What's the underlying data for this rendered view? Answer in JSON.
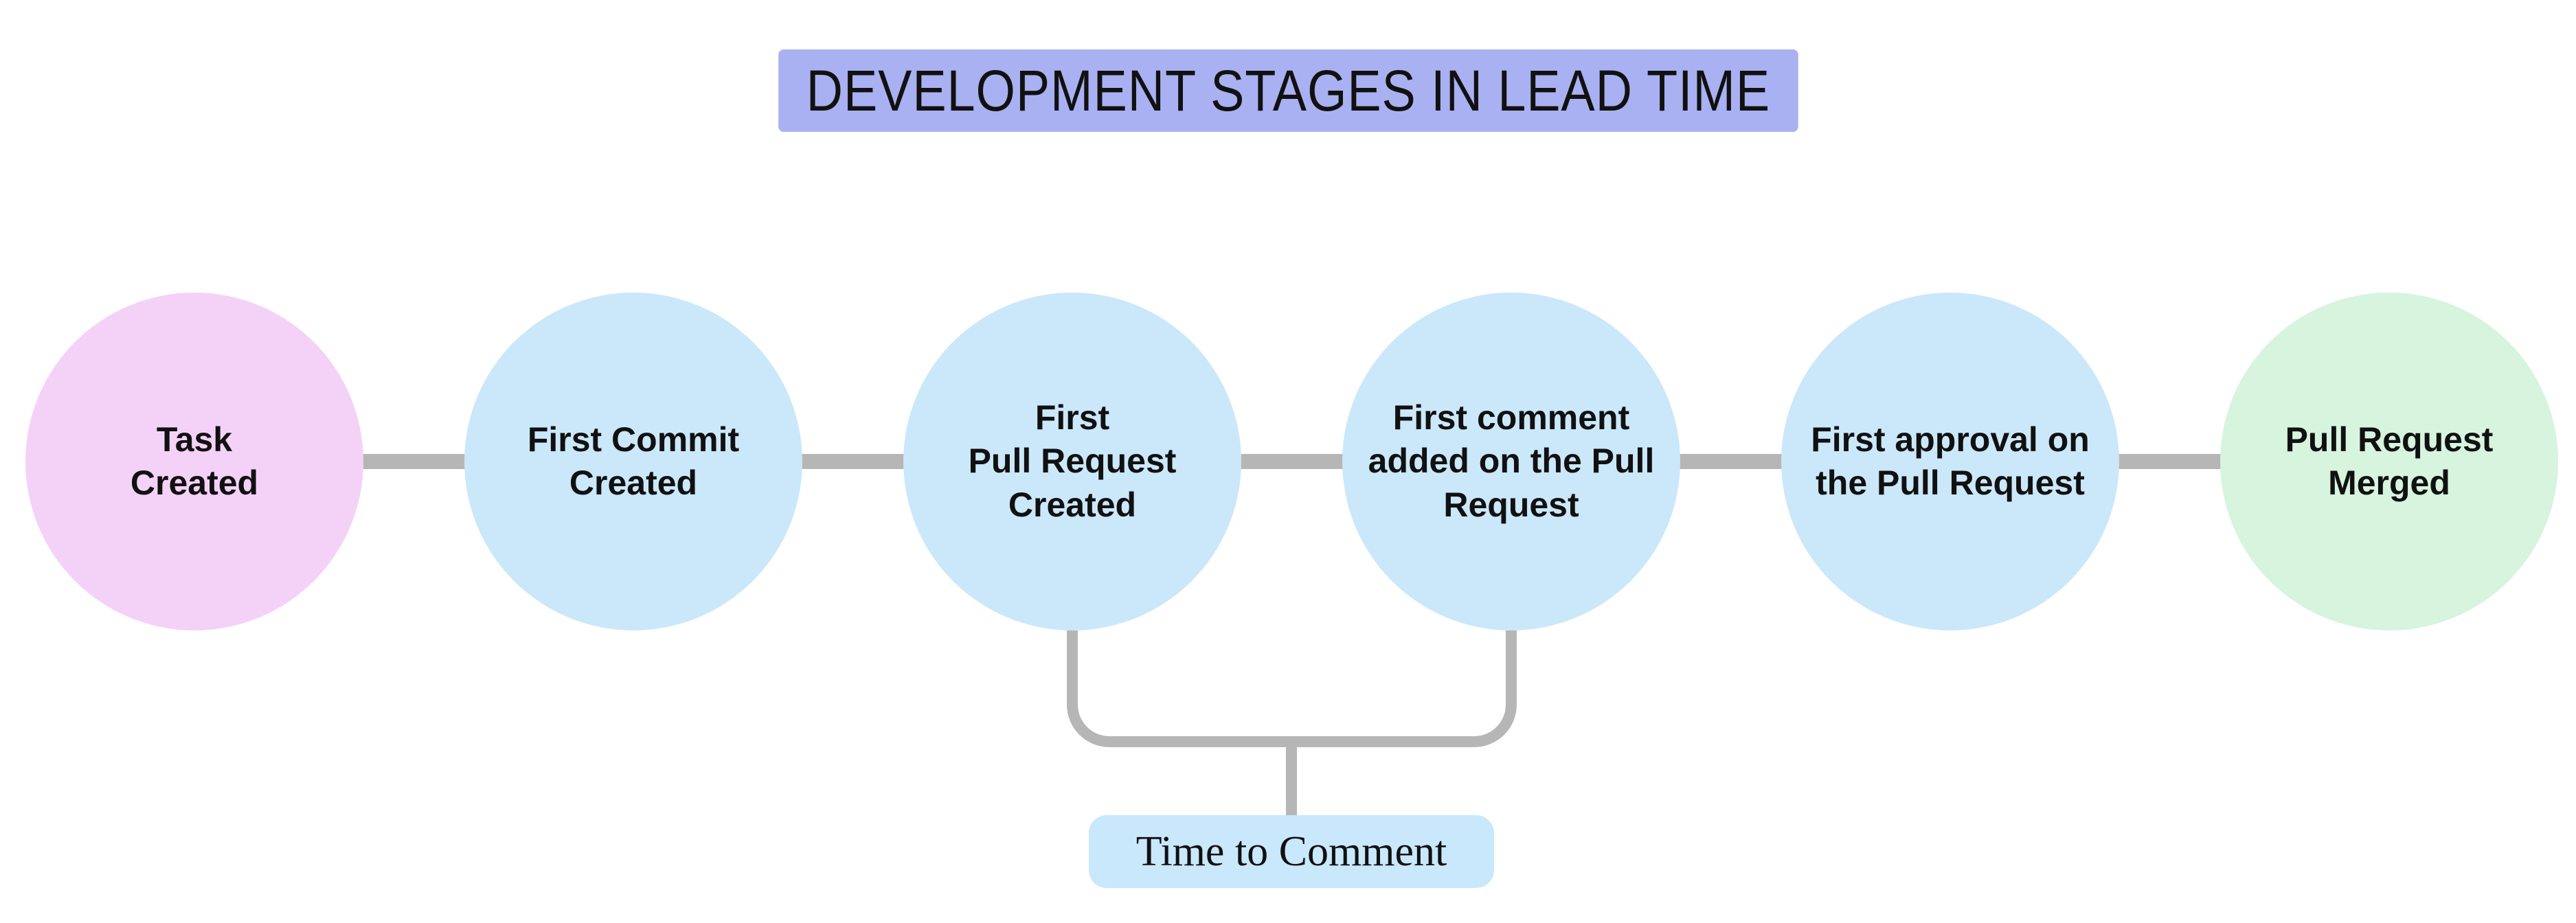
{
  "title": {
    "label": "DEVELOPMENT STAGES IN LEAD TIME",
    "bg_color": "#a9b1f2"
  },
  "stages": [
    {
      "label": "Task\nCreated",
      "fill_color": "#f4d2f8",
      "role": "start"
    },
    {
      "label": "First Commit\nCreated",
      "fill_color": "#cbe8fa",
      "role": "middle"
    },
    {
      "label": "First\nPull Request\nCreated",
      "fill_color": "#cbe8fa",
      "role": "middle"
    },
    {
      "label": "First comment\nadded on the Pull\nRequest",
      "fill_color": "#cbe8fa",
      "role": "middle"
    },
    {
      "label": "First approval on\nthe Pull Request",
      "fill_color": "#cbe8fa",
      "role": "middle"
    },
    {
      "label": "Pull Request\nMerged",
      "fill_color": "#d6f4de",
      "role": "end"
    }
  ],
  "connector": {
    "color": "#b6b6b6"
  },
  "bracket": {
    "from_stage_index": 2,
    "to_stage_index": 3,
    "label": "Time to Comment",
    "bg_color": "#c9e8fc"
  }
}
